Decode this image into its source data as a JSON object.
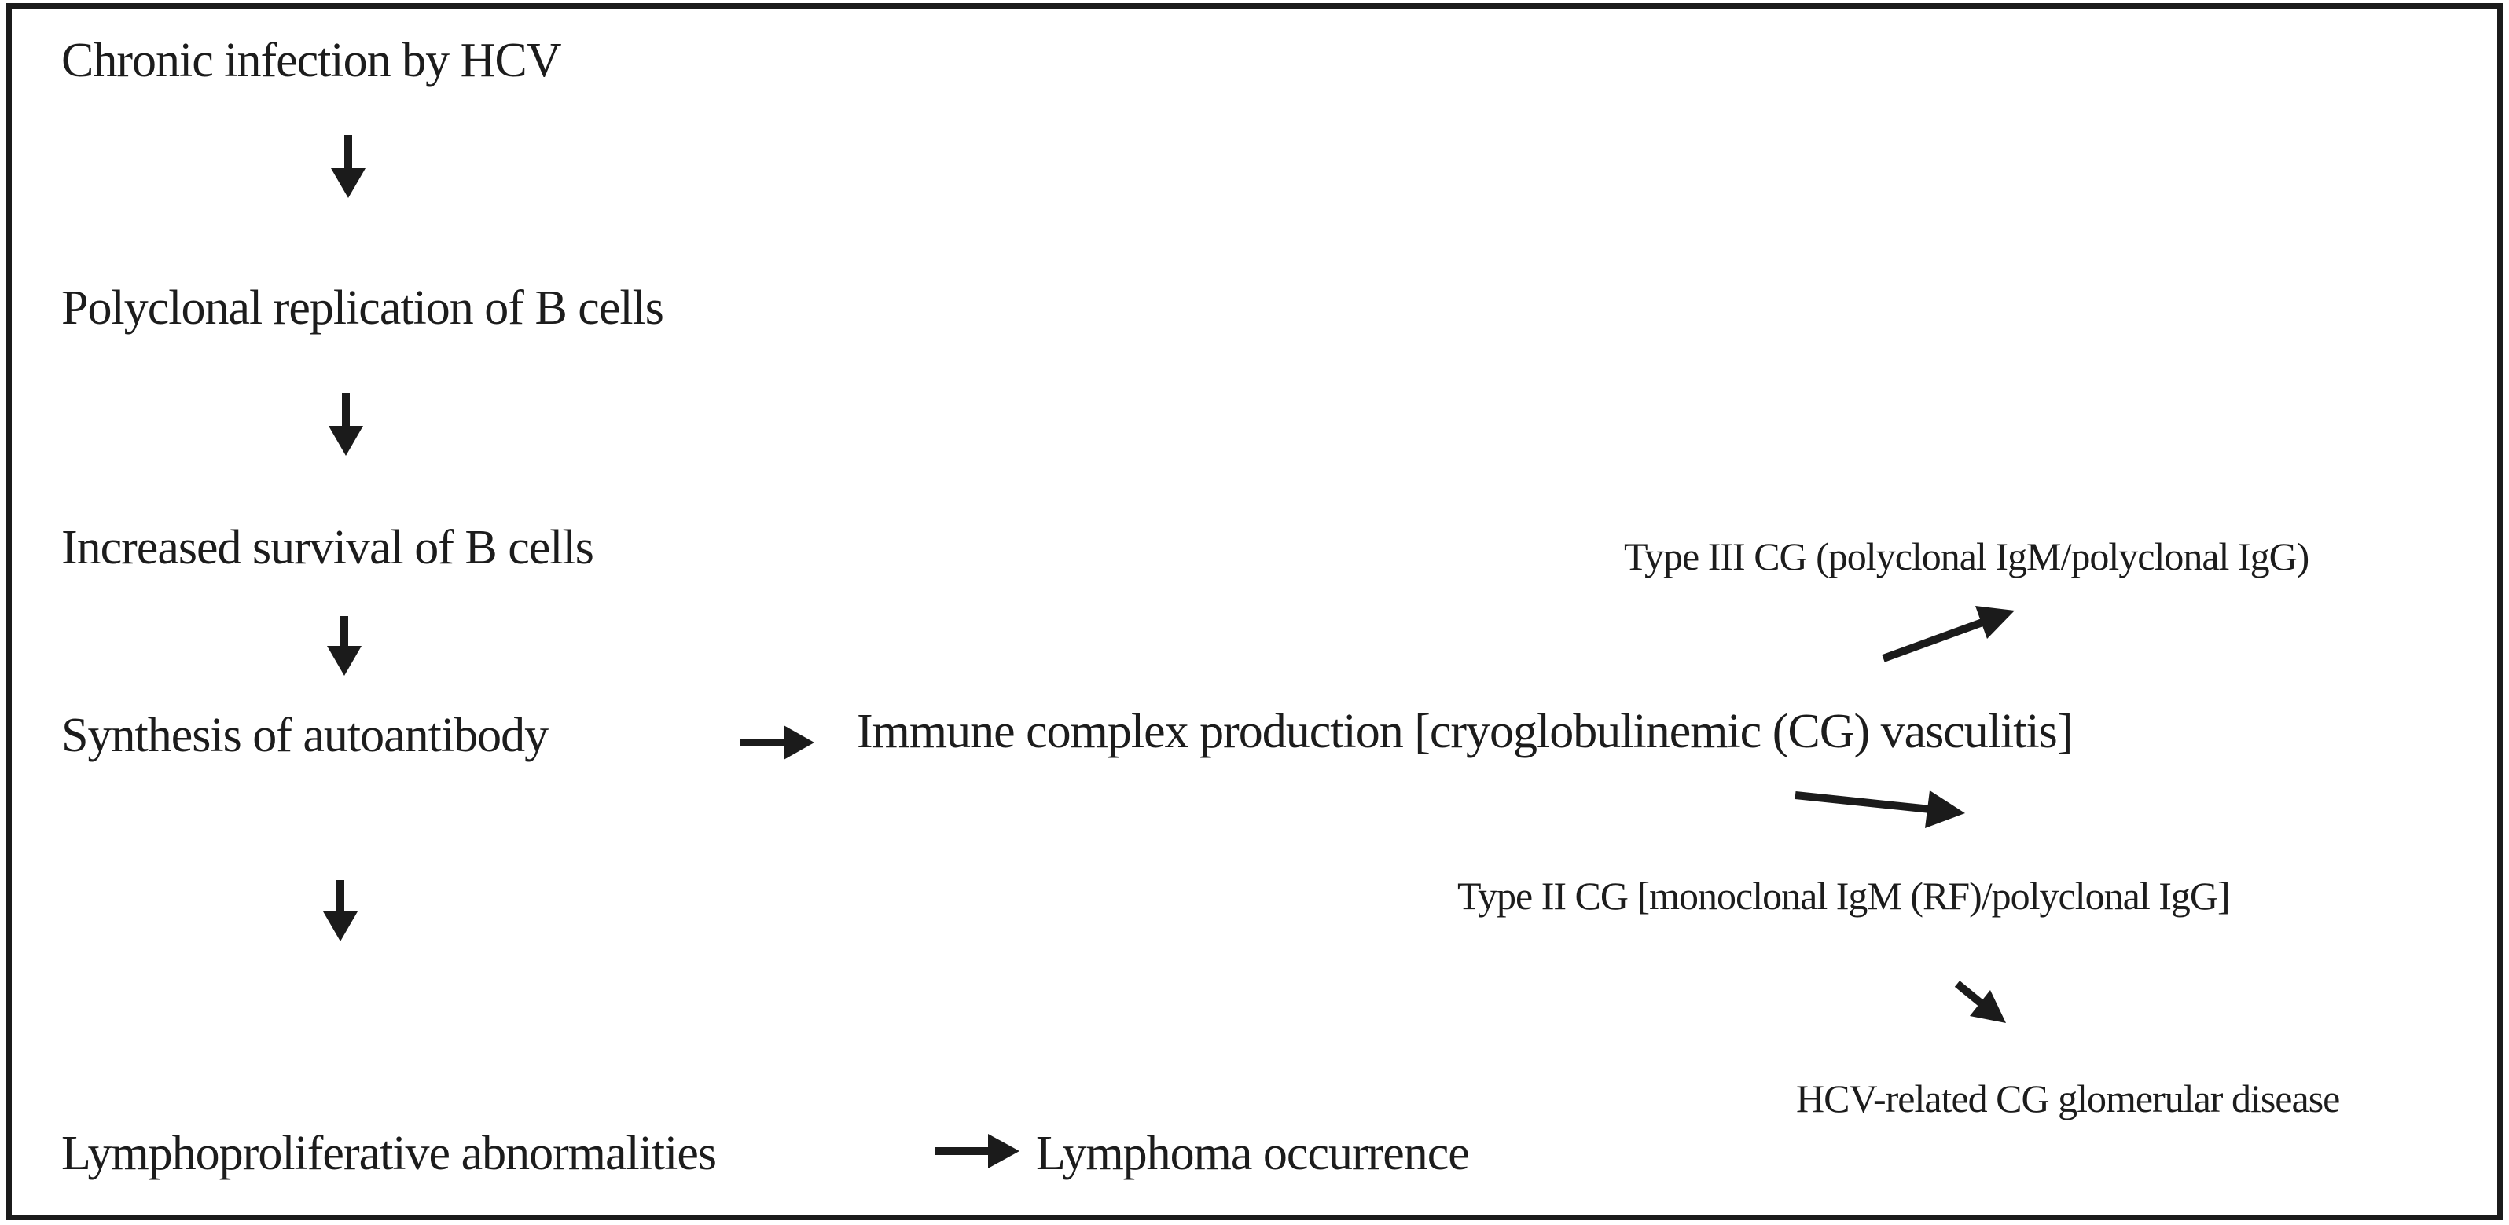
{
  "figure": {
    "background_color": "#ffffff",
    "border_color": "#1b1b1b",
    "text_color": "#1c1c1c",
    "nodes": {
      "chronic_infection": "Chronic infection by HCV",
      "polyclonal_replication": "Polyclonal replication of B cells",
      "increased_survival": "Increased survival of B cells",
      "synthesis_autoantibody": "Synthesis of autoantibody",
      "immune_complex": "Immune complex production [cryoglobulinemic (CG) vasculitis]",
      "type3_cg": "Type III CG (polyclonal IgM/polyclonal IgG)",
      "type2_cg": "Type II CG [monoclonal IgM (RF)/polyclonal IgG]",
      "hcv_glomerular": "HCV-related CG glomerular disease",
      "lymphoproliferative": "Lymphoproliferative abnormalities",
      "lymphoma": "Lymphoma occurrence"
    },
    "edges": [
      {
        "from": "chronic_infection",
        "to": "polyclonal_replication",
        "direction": "down"
      },
      {
        "from": "polyclonal_replication",
        "to": "increased_survival",
        "direction": "down"
      },
      {
        "from": "increased_survival",
        "to": "synthesis_autoantibody",
        "direction": "down"
      },
      {
        "from": "synthesis_autoantibody",
        "to": "immune_complex",
        "direction": "right"
      },
      {
        "from": "synthesis_autoantibody",
        "to": "lymphoproliferative",
        "direction": "down"
      },
      {
        "from": "immune_complex",
        "to": "type3_cg",
        "direction": "up-right"
      },
      {
        "from": "immune_complex",
        "to": "type2_cg",
        "direction": "down-right"
      },
      {
        "from": "type2_cg",
        "to": "hcv_glomerular",
        "direction": "down-right"
      },
      {
        "from": "lymphoproliferative",
        "to": "lymphoma",
        "direction": "right"
      }
    ]
  }
}
